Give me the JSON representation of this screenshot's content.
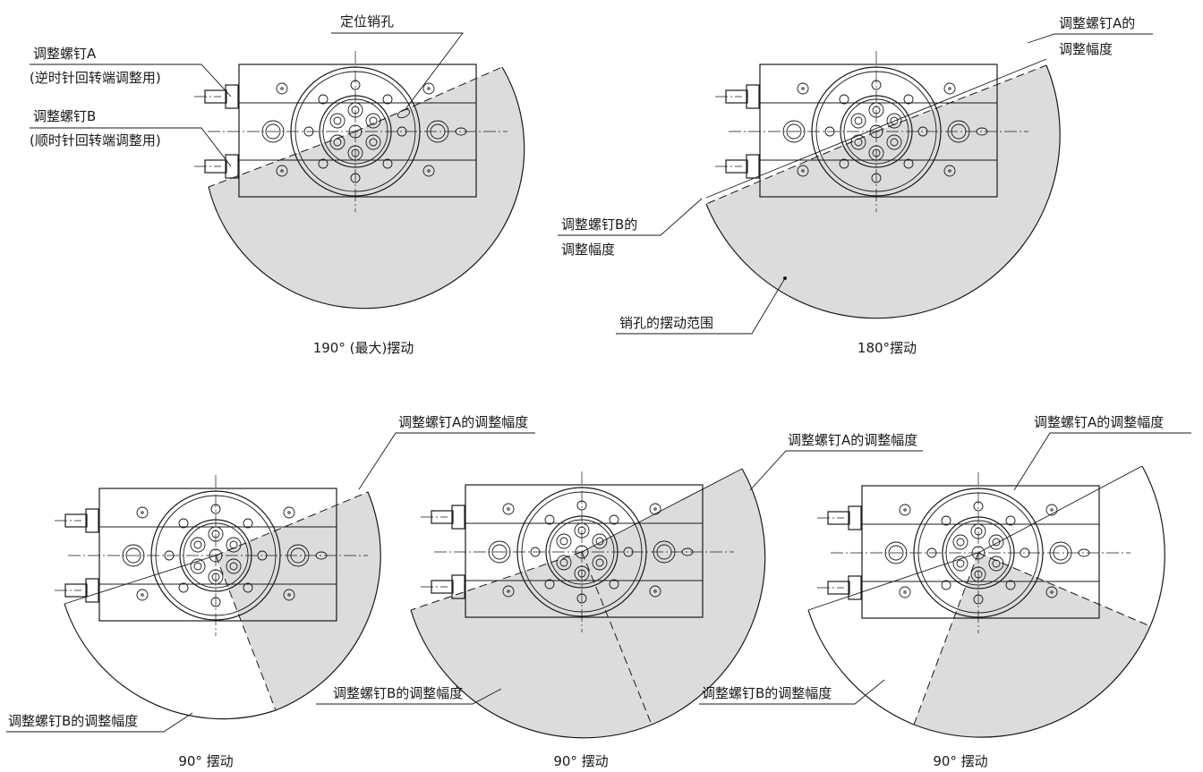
{
  "figures": [
    {
      "caption": "190° (最大)摆动",
      "labels": {
        "locating_pin_hole": "定位销孔",
        "screw_a": "调整螺钉A",
        "screw_a_note": "(逆时针回转端调整用)",
        "screw_b": "调整螺钉B",
        "screw_b_note": "(顺时针回转端调整用)"
      }
    },
    {
      "caption": "180°摆动",
      "labels": {
        "screw_a_range_line1": "调整螺钉A的",
        "screw_a_range_line2": "调整幅度",
        "screw_b_range_line1": "调整螺钉B的",
        "screw_b_range_line2": "调整幅度",
        "pin_swing_range": "销孔的摆动范围"
      }
    },
    {
      "caption": "90° 摆动",
      "labels": {
        "screw_a_range": "调整螺钉A的调整幅度",
        "screw_b_range": "调整螺钉B的调整幅度"
      }
    },
    {
      "caption": "90° 摆动",
      "labels": {
        "screw_a_range": "调整螺钉A的调整幅度",
        "screw_b_range": "调整螺钉B的调整幅度"
      }
    },
    {
      "caption": "90° 摆动",
      "labels": {
        "screw_a_range": "调整螺钉A的调整幅度",
        "screw_b_range": "调整螺钉B的调整幅度"
      }
    }
  ],
  "colors": {
    "line": "#1a1a1a",
    "swing_area": "#dcdcdc"
  }
}
